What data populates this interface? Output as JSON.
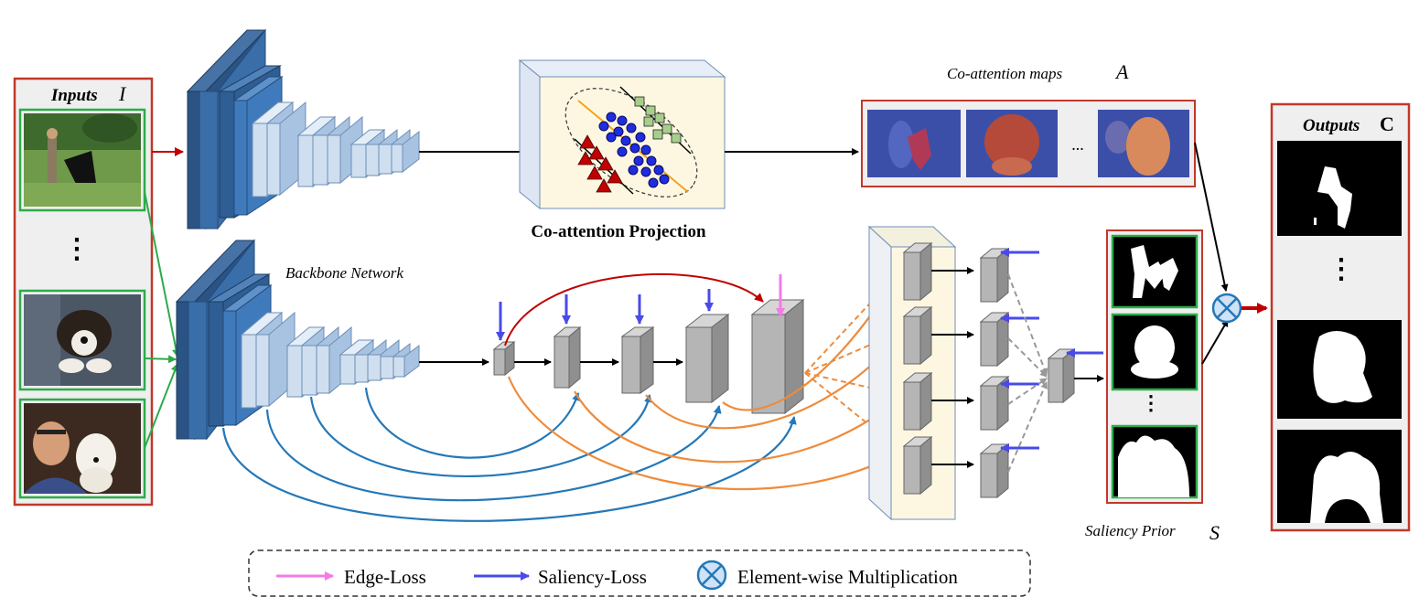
{
  "inputs": {
    "label": "Inputs",
    "symbol": "I",
    "ellipsis": "⋮"
  },
  "outputs": {
    "label": "Outputs",
    "symbol": "C",
    "ellipsis": "⋮"
  },
  "coattention": {
    "projection_label": "Co-attention Projection",
    "maps_label": "Co-attention maps",
    "maps_symbol": "A",
    "maps_ellipsis": "..."
  },
  "backbone_label": "Backbone Network",
  "saliency_prior": {
    "label": "Saliency Prior",
    "symbol": "S",
    "ellipsis": "⋮"
  },
  "legend": {
    "edge_loss": "Edge-Loss",
    "saliency_loss": "Saliency-Loss",
    "multiplication": "Element-wise Multiplication"
  },
  "colors": {
    "input_border": "#c0392b",
    "image_border": "#2eaa4a",
    "arrow_red": "#c00000",
    "arrow_green": "#2eaa4a",
    "skip_blue": "#2478b8",
    "skip_orange": "#ef8b3a",
    "saliency_arrow": "#4a4ae8",
    "edge_arrow": "#f47ae6",
    "conv_dark": "#2e5e93",
    "conv_light": "#b8d0e8",
    "feature_gray": "#a8a8a8",
    "panel_fill": "#fdf7e2"
  }
}
